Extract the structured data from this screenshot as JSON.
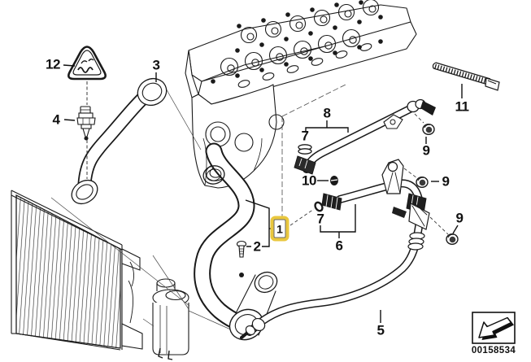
{
  "colors": {
    "highlight_yellow": "#E9C73E",
    "line": "#1a1a1a",
    "background": "#ffffff"
  },
  "callouts": [
    {
      "id": "12",
      "label": "12",
      "highlighted": false
    },
    {
      "id": "4",
      "label": "4",
      "highlighted": false
    },
    {
      "id": "3",
      "label": "3",
      "highlighted": false
    },
    {
      "id": "8",
      "label": "8",
      "highlighted": false
    },
    {
      "id": "7-upper",
      "label": "7",
      "highlighted": false
    },
    {
      "id": "11",
      "label": "11",
      "highlighted": false
    },
    {
      "id": "9-top",
      "label": "9",
      "highlighted": false
    },
    {
      "id": "9-middle",
      "label": "9",
      "highlighted": false
    },
    {
      "id": "9-lower",
      "label": "9",
      "highlighted": false
    },
    {
      "id": "10",
      "label": "10",
      "highlighted": false
    },
    {
      "id": "7-lower",
      "label": "7",
      "highlighted": false
    },
    {
      "id": "6",
      "label": "6",
      "highlighted": false
    },
    {
      "id": "2",
      "label": "2",
      "highlighted": false
    },
    {
      "id": "1",
      "label": "1",
      "highlighted": true
    },
    {
      "id": "5",
      "label": "5",
      "highlighted": false
    }
  ],
  "footer": {
    "part_number": "00158534"
  }
}
